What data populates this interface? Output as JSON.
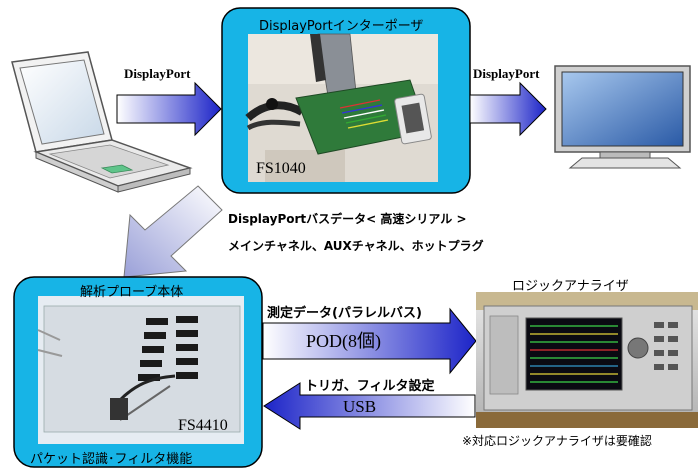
{
  "links": {
    "laptop_to_interposer": "DisplayPort",
    "interposer_to_monitor": "DisplayPort"
  },
  "interposer": {
    "title": "DisplayPortインターポーザ",
    "model": "FS1040"
  },
  "bus": {
    "line1": "DisplayPortバスデータ< 高速シリアル >",
    "line2": "メインチャネル、AUXチャネル、ホットプラグ"
  },
  "probe": {
    "title": "解析プローブ本体",
    "model": "FS4410",
    "caption": "パケット認識･フィルタ機能"
  },
  "analyzer": {
    "title": "ロジックアナライザ",
    "note": "※対応ロジックアナライザは要確認"
  },
  "measure_arrow": {
    "label": "測定データ(パラレルバス)",
    "inner": "POD(8個)"
  },
  "trigger_arrow": {
    "label": "トリガ、フィルタ設定",
    "inner": "USB"
  },
  "colors": {
    "cyan_box": "#17b4e6",
    "arrow_dark": "#1c24c8",
    "arrow_light": "#ffffff"
  }
}
